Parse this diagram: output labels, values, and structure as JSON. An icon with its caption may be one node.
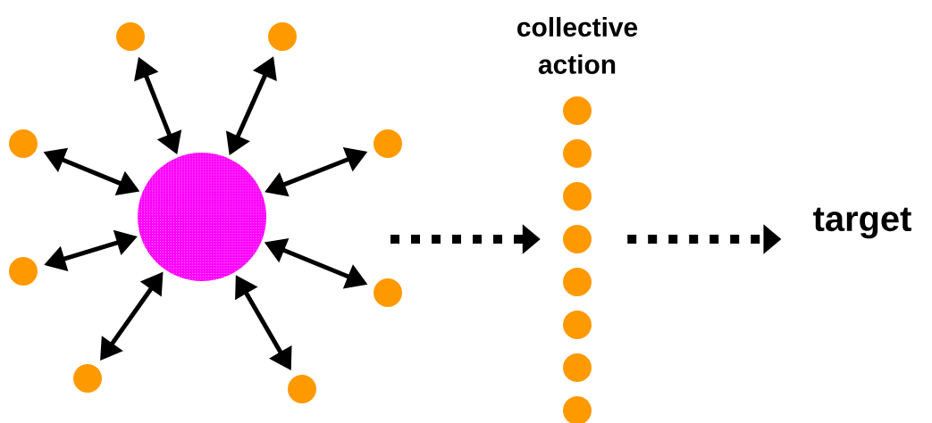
{
  "diagram": {
    "nodes": [
      {
        "text": [],
        "shape": "circle"
      },
      {
        "text": [],
        "shape": "circle"
      },
      {
        "text": [],
        "shape": "circle"
      },
      {
        "text": [],
        "shape": "circle"
      },
      {
        "text": [],
        "shape": "circle"
      },
      {
        "text": [],
        "shape": "circle"
      },
      {
        "text": [],
        "shape": "circle"
      },
      {
        "text": [],
        "shape": "circle"
      },
      {
        "text": [],
        "shape": "circle"
      },
      {
        "text": [],
        "shape": "circle"
      },
      {
        "text": [],
        "shape": "circle"
      },
      {
        "text": [],
        "shape": "circle"
      },
      {
        "text": [],
        "shape": "circle"
      },
      {
        "text": [],
        "shape": "circle"
      },
      {
        "text": [],
        "shape": "circle"
      },
      {
        "text": [],
        "shape": "circle"
      },
      {
        "text": [],
        "shape": "circle"
      },
      {
        "text": [
          "target"
        ]
      }
    ],
    "edges": [
      {
        "from": 0,
        "to": 1,
        "arrow": "both"
      },
      {
        "from": 0,
        "to": 2,
        "arrow": "both"
      },
      {
        "from": 0,
        "to": 3,
        "arrow": "both"
      },
      {
        "from": 0,
        "to": 4,
        "arrow": "both"
      },
      {
        "from": 0,
        "to": 5,
        "arrow": "both"
      },
      {
        "from": 0,
        "to": 6,
        "arrow": "both"
      },
      {
        "from": 0,
        "to": 7,
        "arrow": "both"
      },
      {
        "from": 0,
        "to": 8,
        "arrow": "both"
      },
      {
        "from": null,
        "to": 12,
        "arrow": "to",
        "style": "dashed"
      },
      {
        "from": 12,
        "to": 17,
        "arrow": "to",
        "style": "dashed"
      }
    ],
    "labels": [
      "collective action"
    ]
  }
}
